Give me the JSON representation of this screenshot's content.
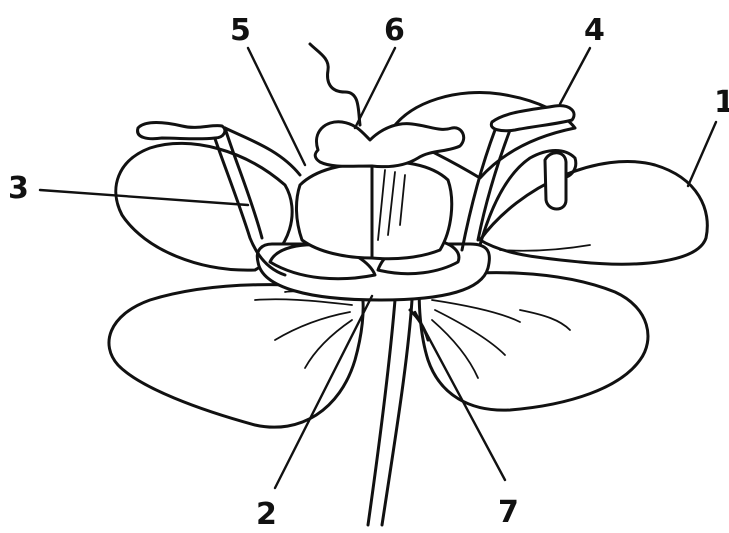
{
  "labels": {
    "label_1": "1",
    "label_2": "2",
    "label_3": "3",
    "label_4": "4",
    "label_5": "5",
    "label_6": "6",
    "label_7": "7"
  },
  "colors": {
    "ink": "#111111",
    "background": "#ffffff"
  }
}
